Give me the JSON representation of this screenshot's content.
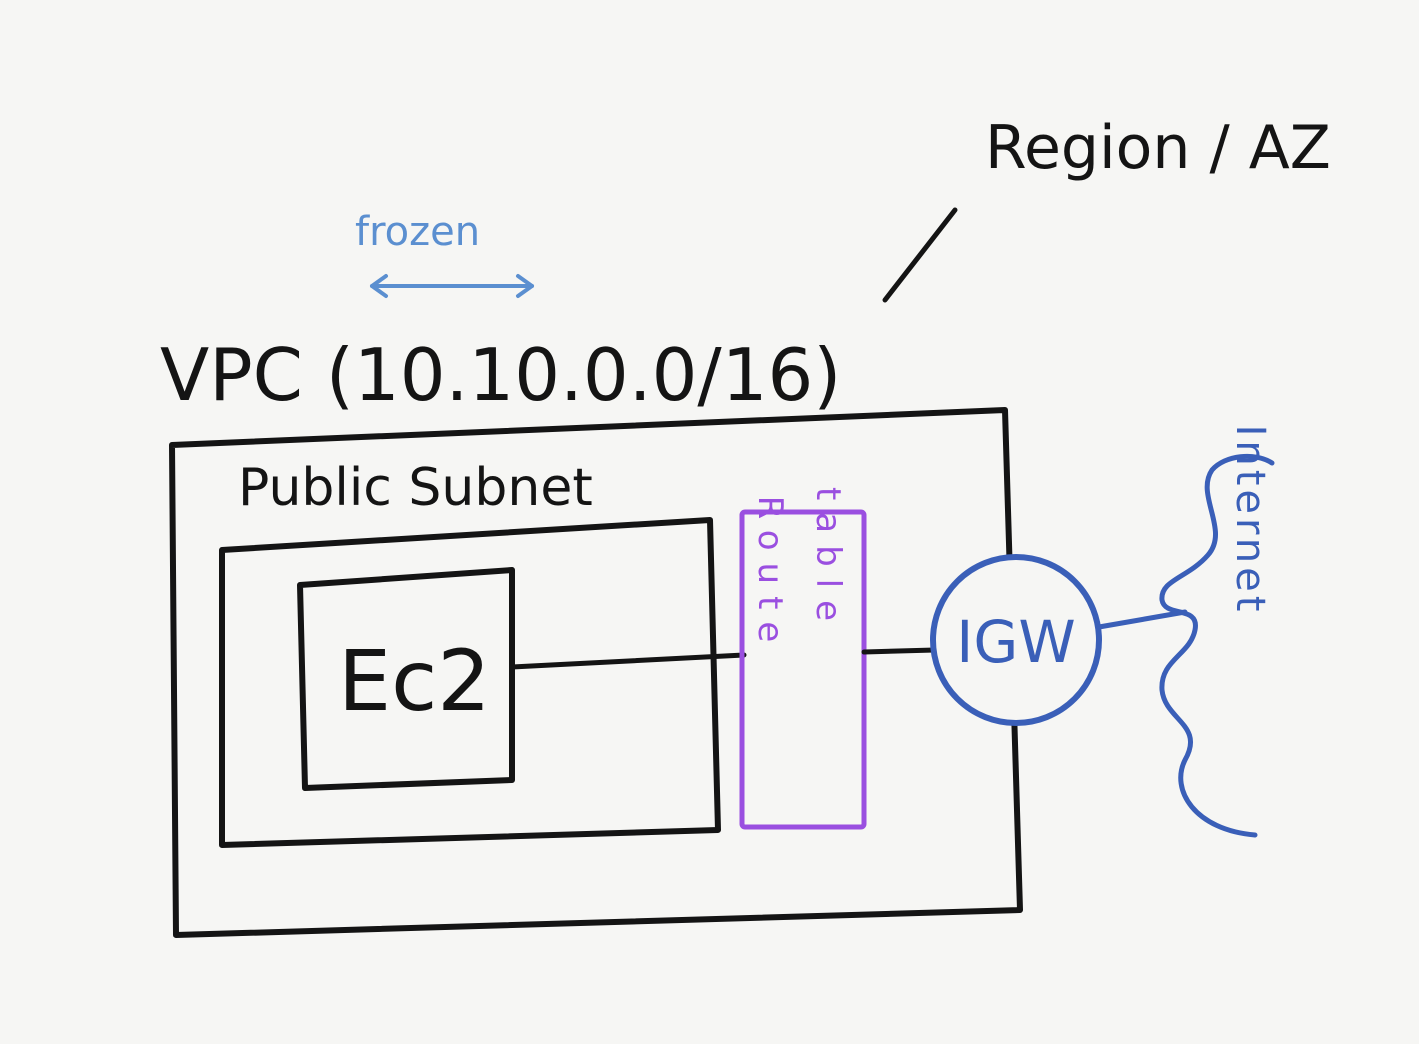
{
  "labels": {
    "region": "Region / AZ",
    "frozen": "frozen",
    "vpc": "VPC (10.10.0.0/16)",
    "public_subnet": "Public Subnet",
    "ec2": "Ec2",
    "route_word1": "Route",
    "route_word2": "table",
    "igw": "IGW",
    "internet": "Internet"
  },
  "colors": {
    "ink": "#141414",
    "blue": "#3a5fb8",
    "light_blue": "#5b8fd0",
    "purple": "#9a4fe0",
    "paper": "#f6f6f4"
  }
}
